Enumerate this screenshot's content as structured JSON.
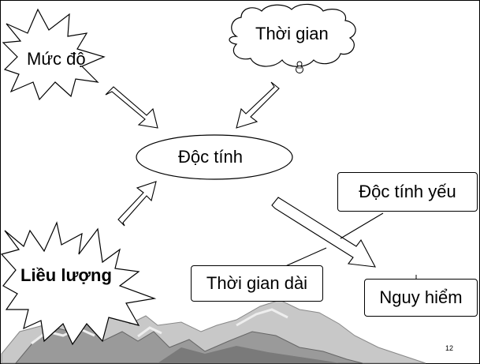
{
  "nodes": {
    "muc_do": "Mức độ",
    "thoi_gian": "Thời gian",
    "doc_tinh": "Độc tính",
    "lieu_luong": "Liều lượng",
    "doc_tinh_yeu": "Độc tính yếu",
    "thoi_gian_dai": "Thời gian dài",
    "nguy_hiem": "Nguy hiểm"
  },
  "footer": {
    "page_number": "12"
  },
  "icons": {
    "thoi_gian_cloud": "cloud-icon",
    "muc_do_burst": "explosion-icon",
    "lieu_luong_burst": "explosion-icon",
    "background": "mountain-range-icon",
    "cloud_figure": "snowman-icon"
  }
}
